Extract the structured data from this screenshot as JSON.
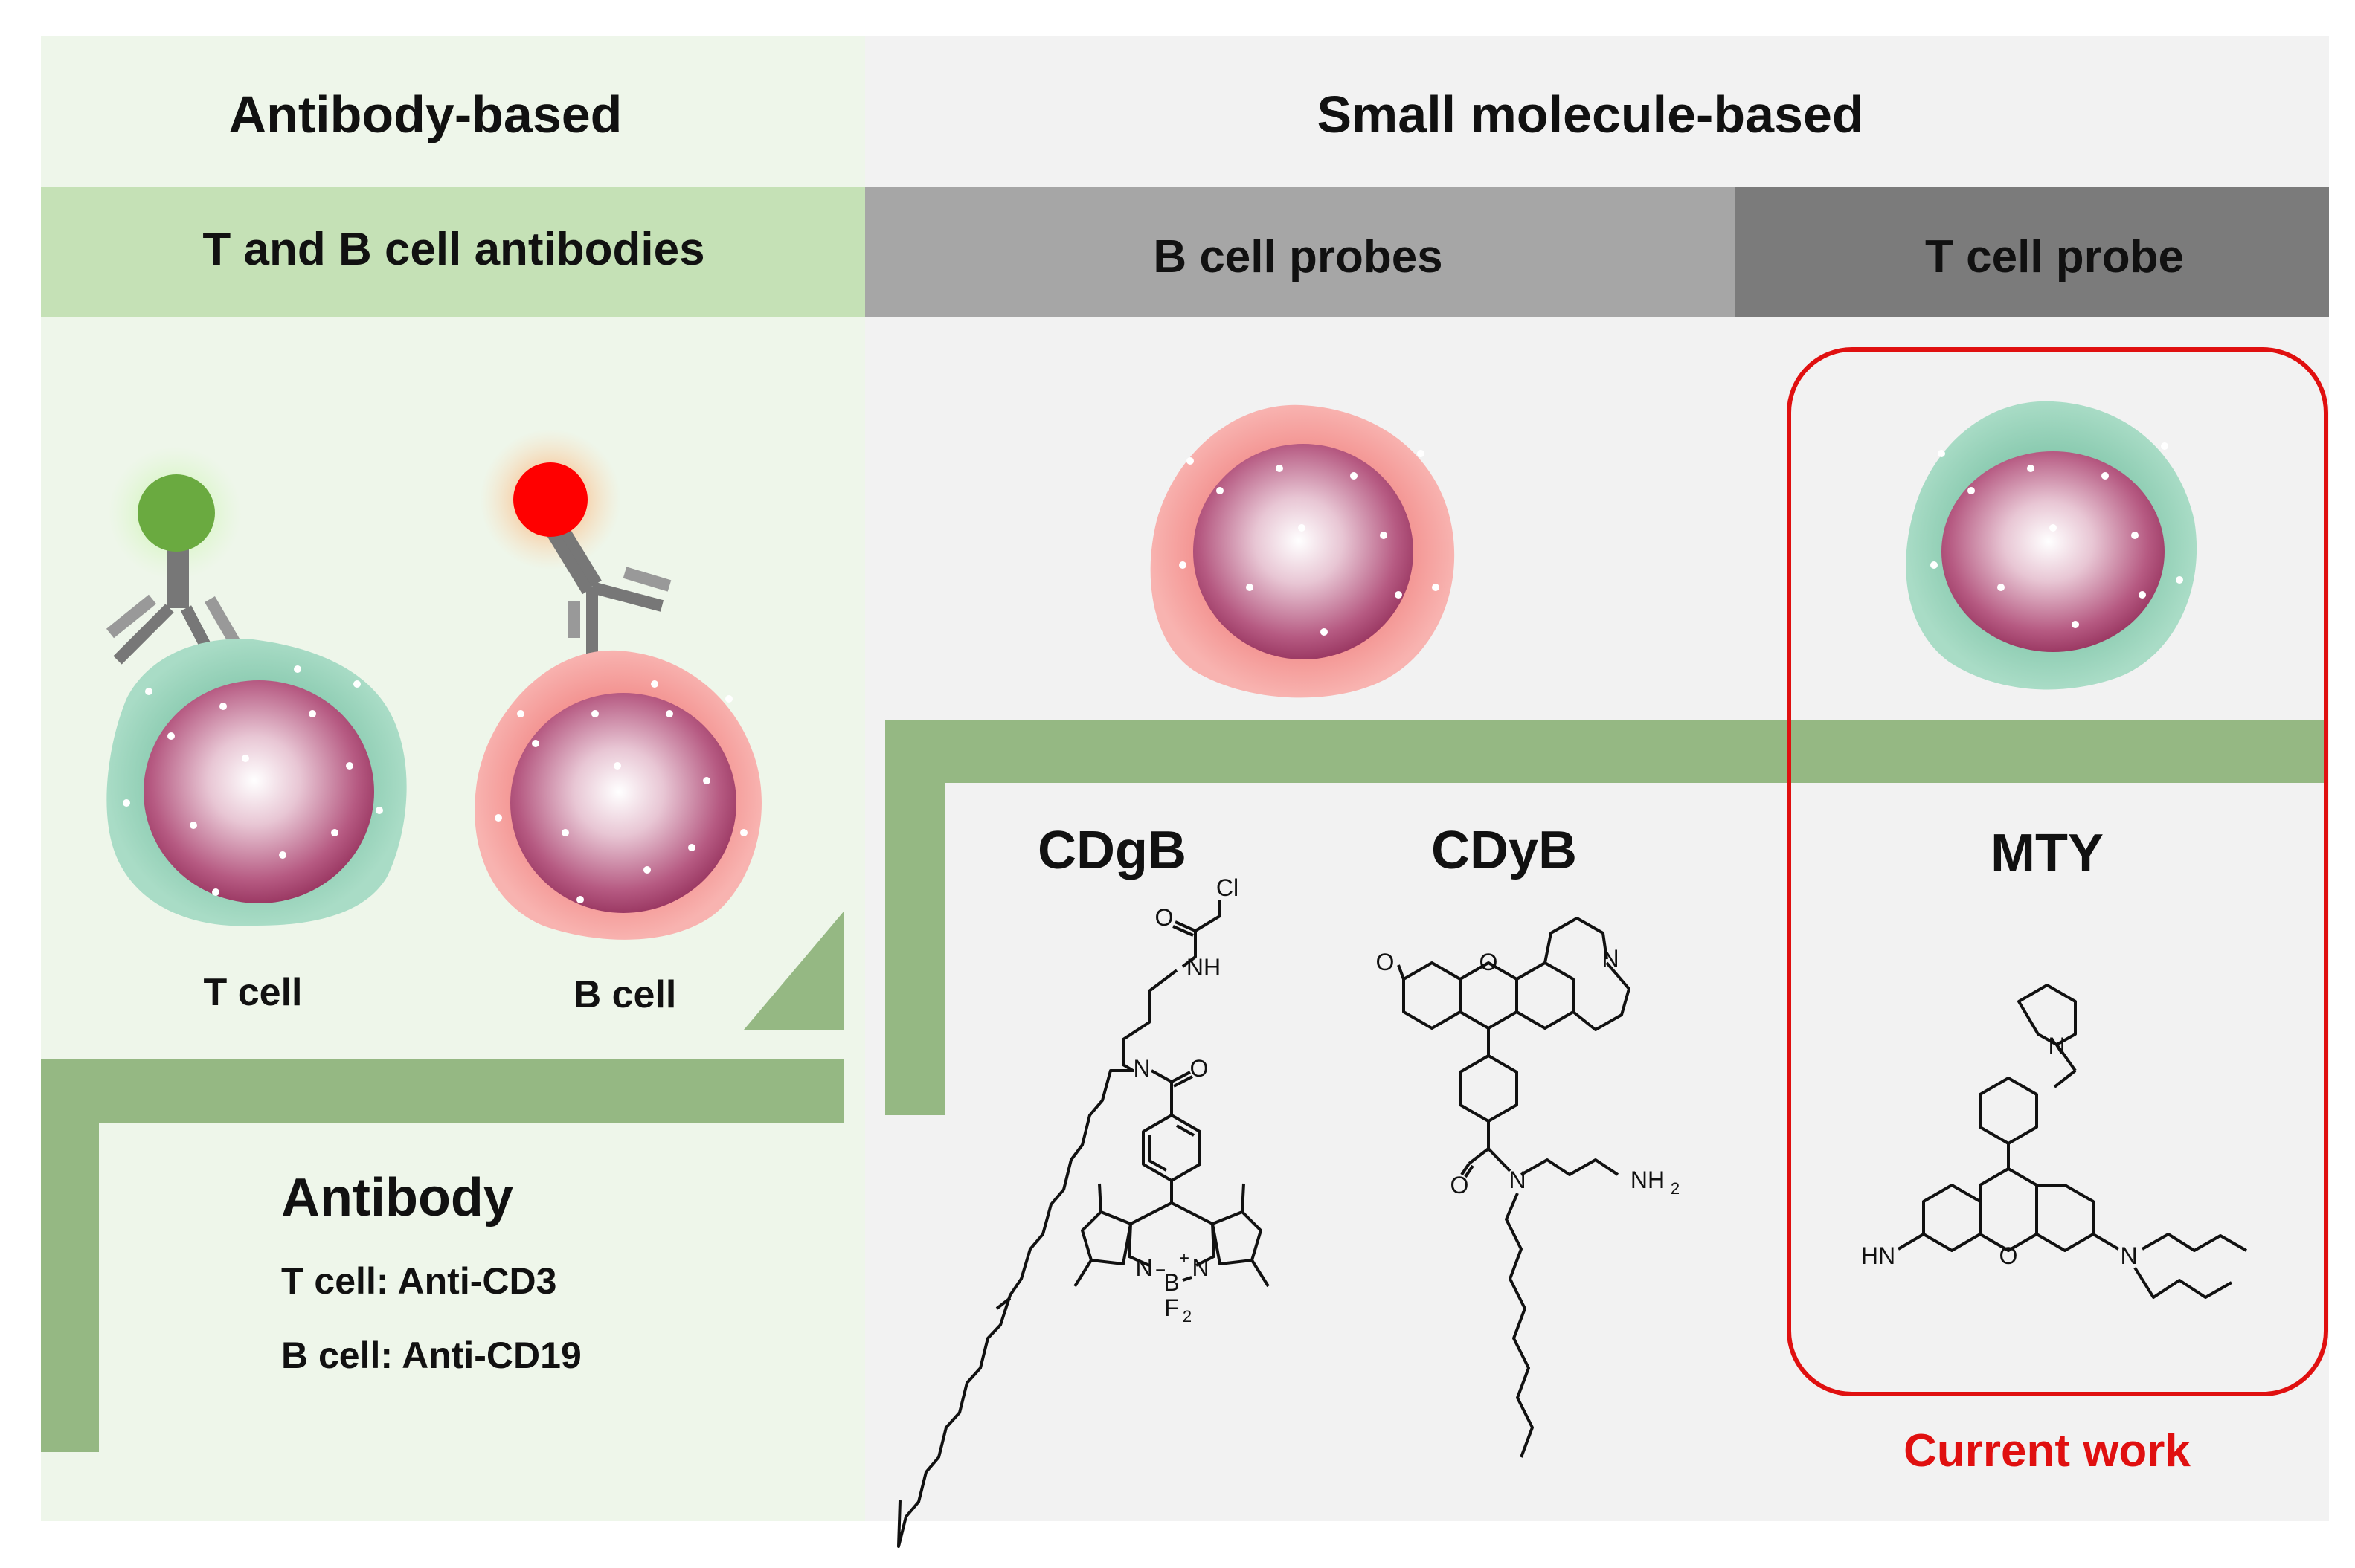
{
  "antibody_section": {
    "title": "Antibody-based",
    "subheader": "T and B cell antibodies",
    "t_cell_label": "T cell",
    "b_cell_label": "B cell",
    "box_title": "Antibody",
    "t_cell_line": "T cell: Anti-CD3",
    "b_cell_line": "B cell: Anti-CD19"
  },
  "small_molecule_section": {
    "title": "Small molecule-based",
    "b_probes_header": "B cell probes",
    "t_probe_header": "T cell probe",
    "probes": [
      {
        "name": "CDgB"
      },
      {
        "name": "CDyB"
      },
      {
        "name": "MTY"
      }
    ],
    "current_work_label": "Current work"
  },
  "atoms": {
    "cl": "Cl",
    "o": "O",
    "nh": "NH",
    "n": "N",
    "b": "B",
    "f2": "F",
    "nh2": "NH",
    "hn": "HN",
    "sub2": "2",
    "plus": "+",
    "minus": "−"
  },
  "colors": {
    "antibody_bg": "#eef6ea",
    "antibody_header": "#c5e1b6",
    "small_bg": "#f2f2f2",
    "b_probe_header": "#a6a6a6",
    "t_probe_header": "#7b7b7b",
    "green_bar": "#95b883",
    "t_fluor": "#6aaa40",
    "b_fluor": "#ff0000",
    "highlight": "#e01010"
  }
}
